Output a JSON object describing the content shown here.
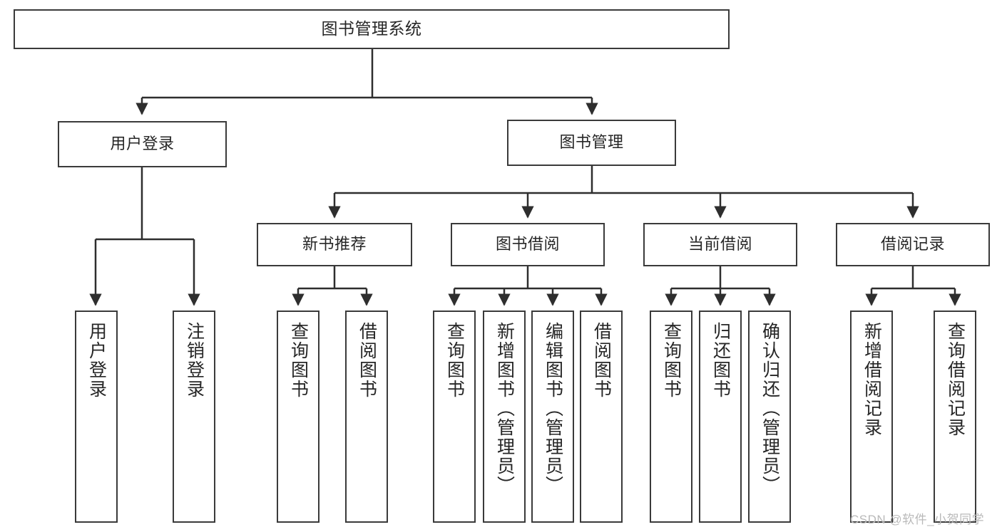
{
  "diagram": {
    "type": "tree-hierarchy",
    "title": "图书管理系统",
    "colors": {
      "box_border": "#3a3a3a",
      "box_fill": "#ffffff",
      "line": "#2e2e2e",
      "text": "#262626",
      "watermark": "#b9b9b9",
      "background": "#ffffff"
    },
    "root": {
      "label": "图书管理系统"
    },
    "level2": [
      {
        "label": "用户登录"
      },
      {
        "label": "图书管理"
      }
    ],
    "level3": [
      {
        "label": "新书推荐"
      },
      {
        "label": "图书借阅"
      },
      {
        "label": "当前借阅"
      },
      {
        "label": "借阅记录"
      }
    ],
    "leaves": {
      "user_login": [
        {
          "label": "用户登录"
        },
        {
          "label": "注销登录"
        }
      ],
      "new_book_recommend": [
        {
          "label": "查询图书"
        },
        {
          "label": "借阅图书"
        }
      ],
      "book_borrow": [
        {
          "label": "查询图书"
        },
        {
          "label": "新增图书（管理员）"
        },
        {
          "label": "编辑图书（管理员）"
        },
        {
          "label": "借阅图书"
        }
      ],
      "current_borrow": [
        {
          "label": "查询图书"
        },
        {
          "label": "归还图书"
        },
        {
          "label": "确认归还（管理员）"
        }
      ],
      "borrow_record": [
        {
          "label": "新增借阅记录"
        },
        {
          "label": "查询借阅记录"
        }
      ]
    }
  },
  "watermark": {
    "text": "CSDN @软件_小贺同学"
  }
}
